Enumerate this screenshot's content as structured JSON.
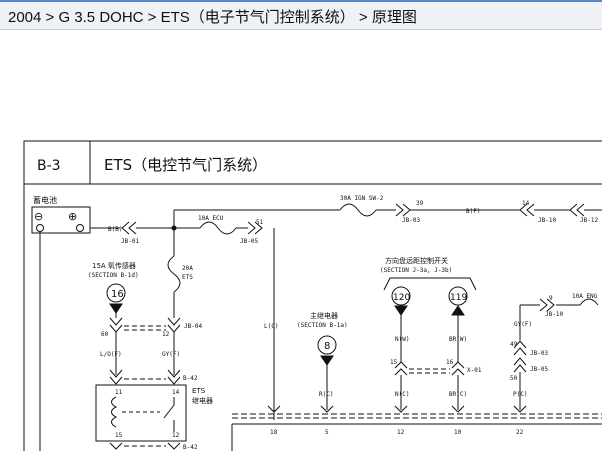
{
  "breadcrumb": "2004 > G 3.5 DOHC > ETS（电子节气门控制系统） > 原理图",
  "diagram": {
    "code": "B-3",
    "title": "ETS（电控节气门系统）",
    "battery": {
      "label": "蓄电池",
      "minus": "⊖",
      "plus": "⊕"
    },
    "wires": {
      "b_b": "B(B)",
      "l_c": "L(C)",
      "b_f": "B(F)",
      "l_o_f": "L/O(F)",
      "gy_f": "GY(F)",
      "n_w": "N(W)",
      "br_w": "BR(W)",
      "r_c": "R(C)",
      "n_c": "N(C)",
      "br_c": "BR(C)",
      "p_c": "P(C)",
      "gy_f2": "GY(F)"
    },
    "junctions": {
      "jb01": "JB-01",
      "jb05a": "JB-05",
      "jb03a": "JB-03",
      "jb10a": "JB-10",
      "jb12": "JB-12",
      "jb04": "JB-04",
      "b42a": "B-42",
      "b42b": "B-42",
      "x01": "X-01",
      "jb10b": "JB-10",
      "jb03b": "JB-03",
      "jb05b": "JB-05"
    },
    "fuses": {
      "ecu": "10A ECU",
      "ign": "30A IGN SW-2",
      "ets_amp": "20A",
      "ets_name": "ETS",
      "eng": "10A ENG"
    },
    "pins": {
      "p51": "51",
      "p39": "39",
      "p14a": "14",
      "p60": "60",
      "p12a": "12",
      "p15": "15",
      "p16": "16",
      "p9": "9",
      "p49": "49",
      "p50": "50",
      "p11": "11",
      "p14b": "14",
      "p15b": "15",
      "p12b": "12",
      "b18": "18",
      "b5": "5",
      "b12": "12",
      "b10": "10",
      "b22": "22"
    },
    "o2_sensor": {
      "label": "15A 氧传感器",
      "section": "(SECTION B-1d)",
      "num": "16"
    },
    "main_relay": {
      "label": "主继电器",
      "section": "(SECTION B-1a)",
      "num": "8"
    },
    "steering": {
      "label": "方向盘远距控制开关",
      "section": "(SECTION J-3a, J-3b)",
      "num_a": "120",
      "num_b": "119"
    },
    "ets_relay": {
      "label_a": "ETS",
      "label_b": "继电器"
    }
  }
}
